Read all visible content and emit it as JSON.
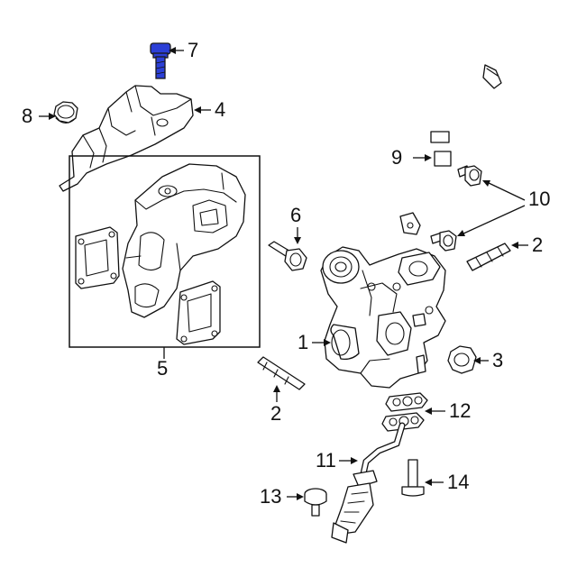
{
  "diagram": {
    "highlight_color": "#2b3fd6",
    "callouts": [
      {
        "id": "c1",
        "label": "1"
      },
      {
        "id": "c2a",
        "label": "2"
      },
      {
        "id": "c2b",
        "label": "2"
      },
      {
        "id": "c3",
        "label": "3"
      },
      {
        "id": "c4",
        "label": "4"
      },
      {
        "id": "c5",
        "label": "5"
      },
      {
        "id": "c6",
        "label": "6"
      },
      {
        "id": "c7",
        "label": "7"
      },
      {
        "id": "c8",
        "label": "8"
      },
      {
        "id": "c9",
        "label": "9"
      },
      {
        "id": "c10",
        "label": "10"
      },
      {
        "id": "c11",
        "label": "11"
      },
      {
        "id": "c12",
        "label": "12"
      },
      {
        "id": "c13",
        "label": "13"
      },
      {
        "id": "c14",
        "label": "14"
      }
    ]
  }
}
